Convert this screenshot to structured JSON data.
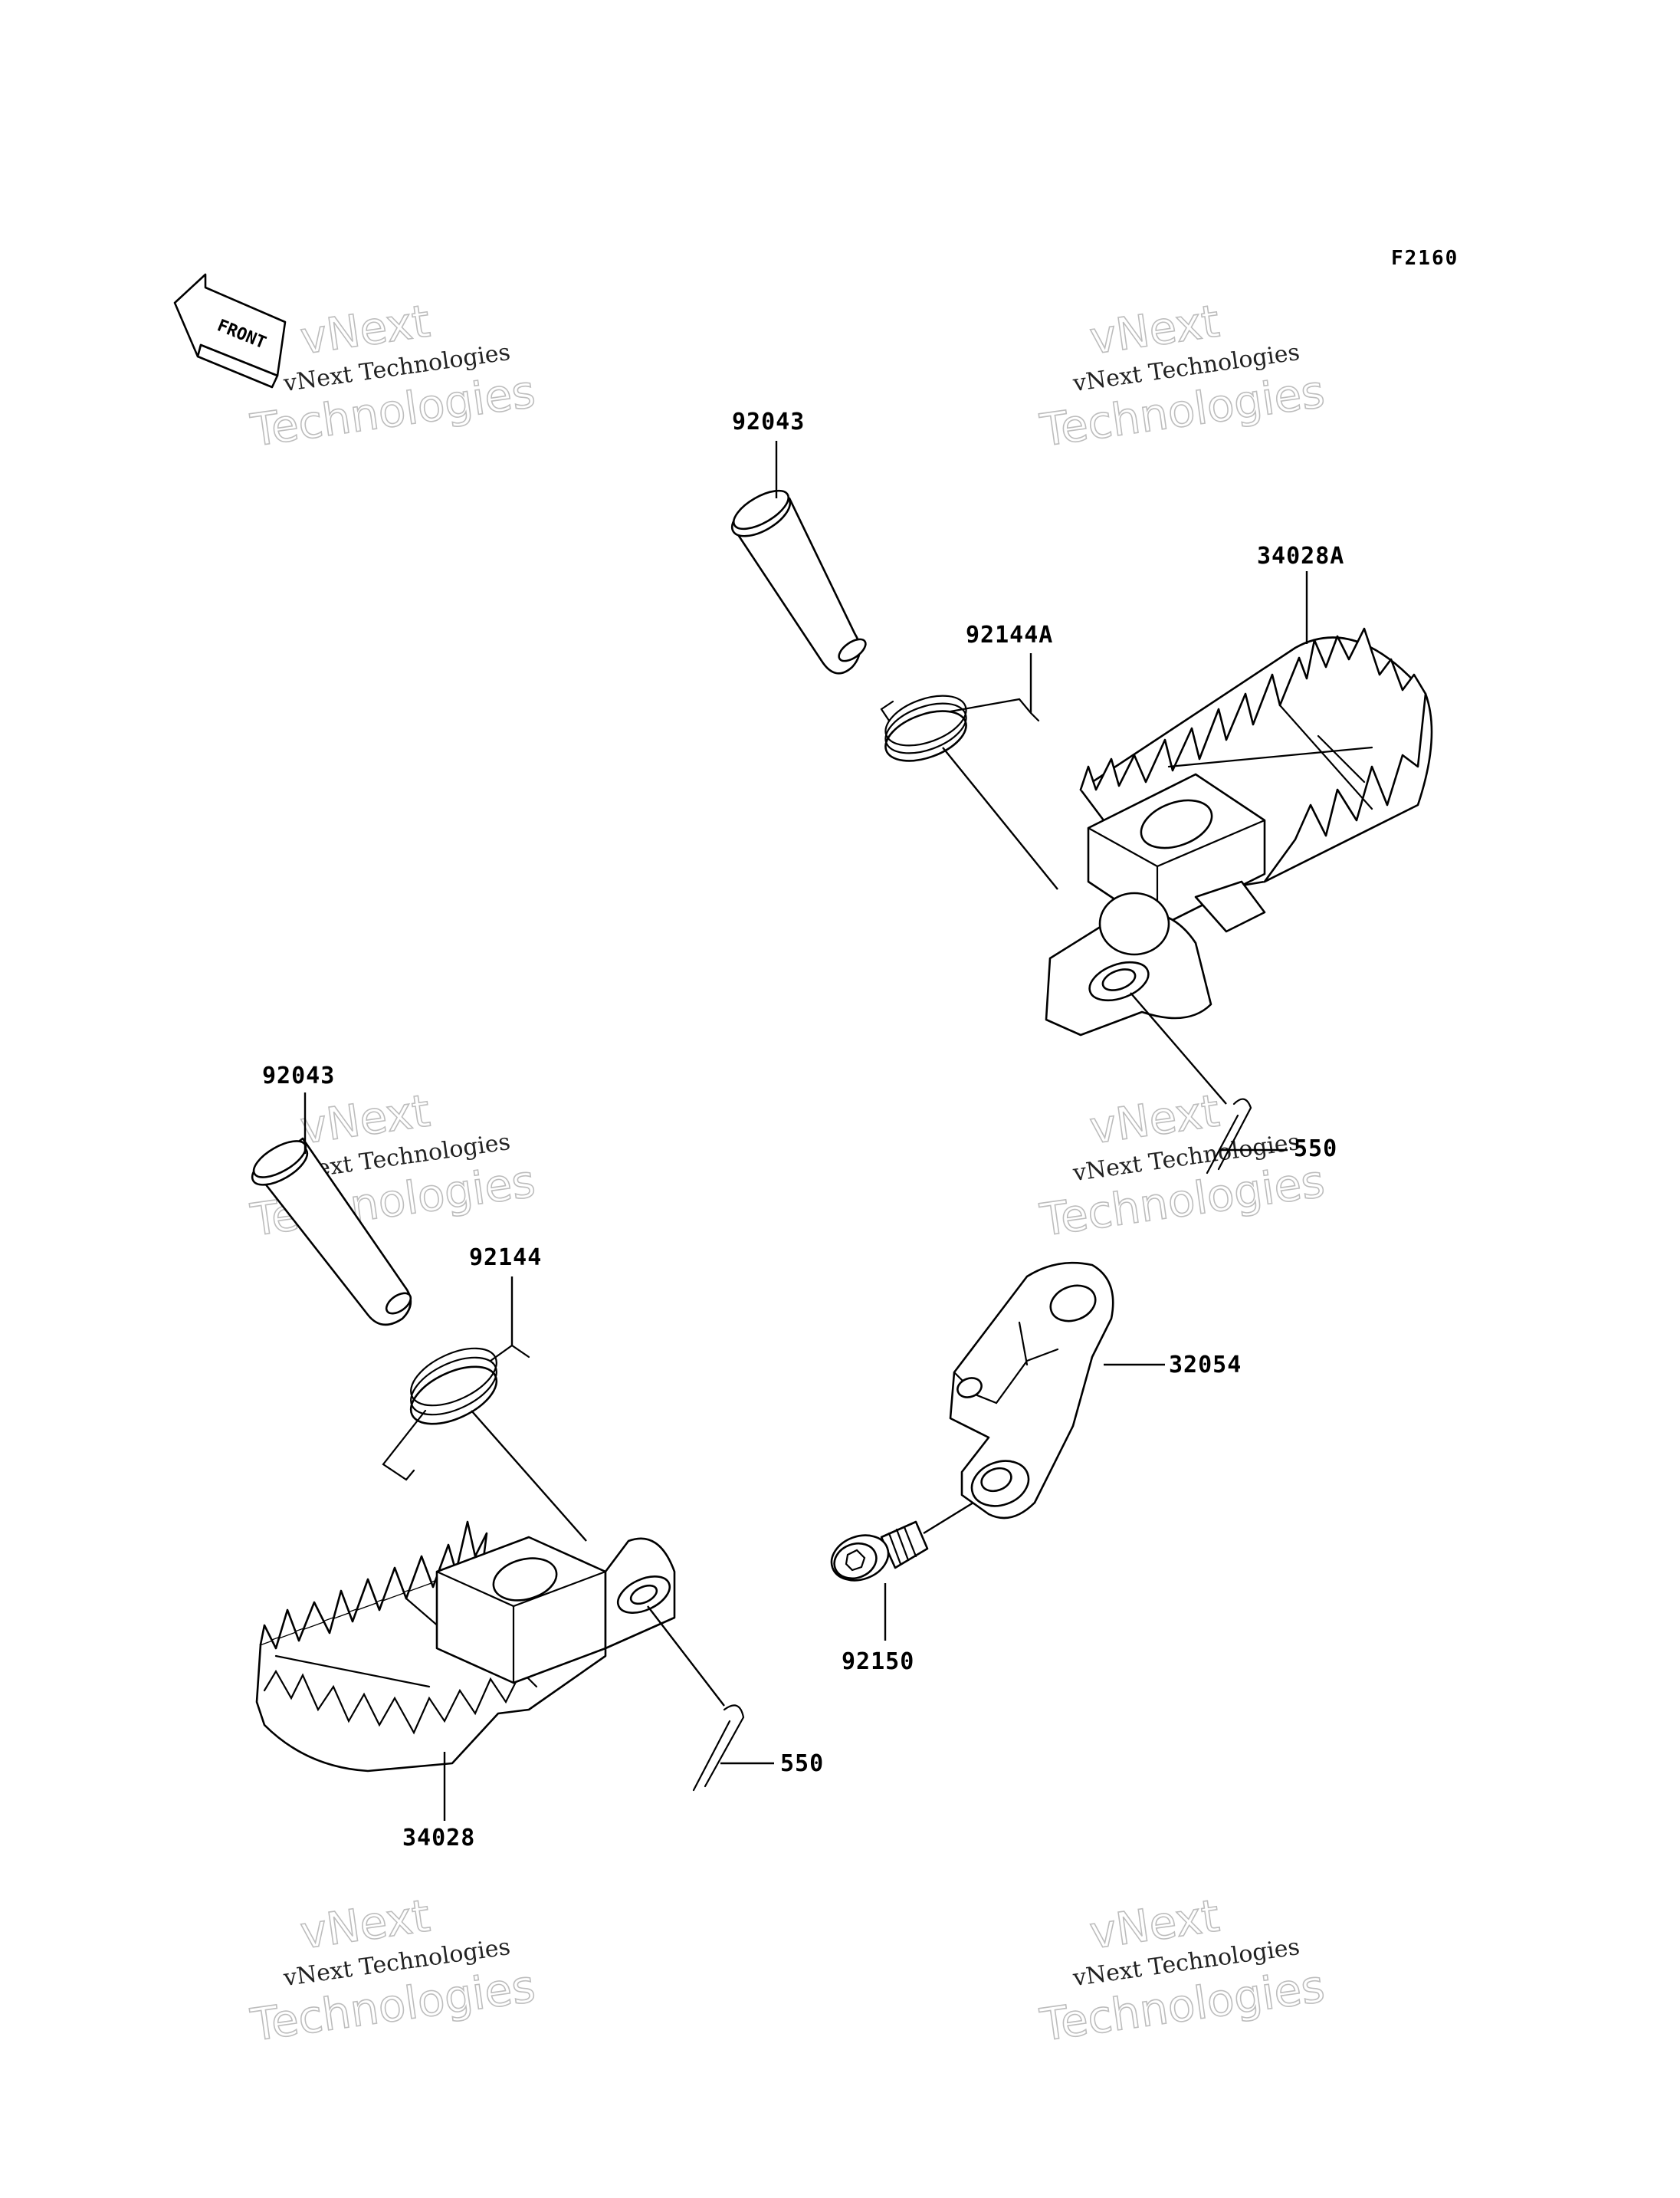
{
  "diagram": {
    "code": "F2160",
    "front_label": "FRONT",
    "watermark": {
      "line1": "vNext Technologies",
      "line2": "vNext",
      "line3": "Technologies"
    },
    "callouts": {
      "pin_upper": "92043",
      "peg_upper": "34028A",
      "spring_upper": "92144A",
      "cotter_upper": "550",
      "pin_lower": "92043",
      "spring_lower": "92144",
      "bracket": "32054",
      "bolt": "92150",
      "cotter_lower": "550",
      "peg_lower": "34028"
    }
  }
}
